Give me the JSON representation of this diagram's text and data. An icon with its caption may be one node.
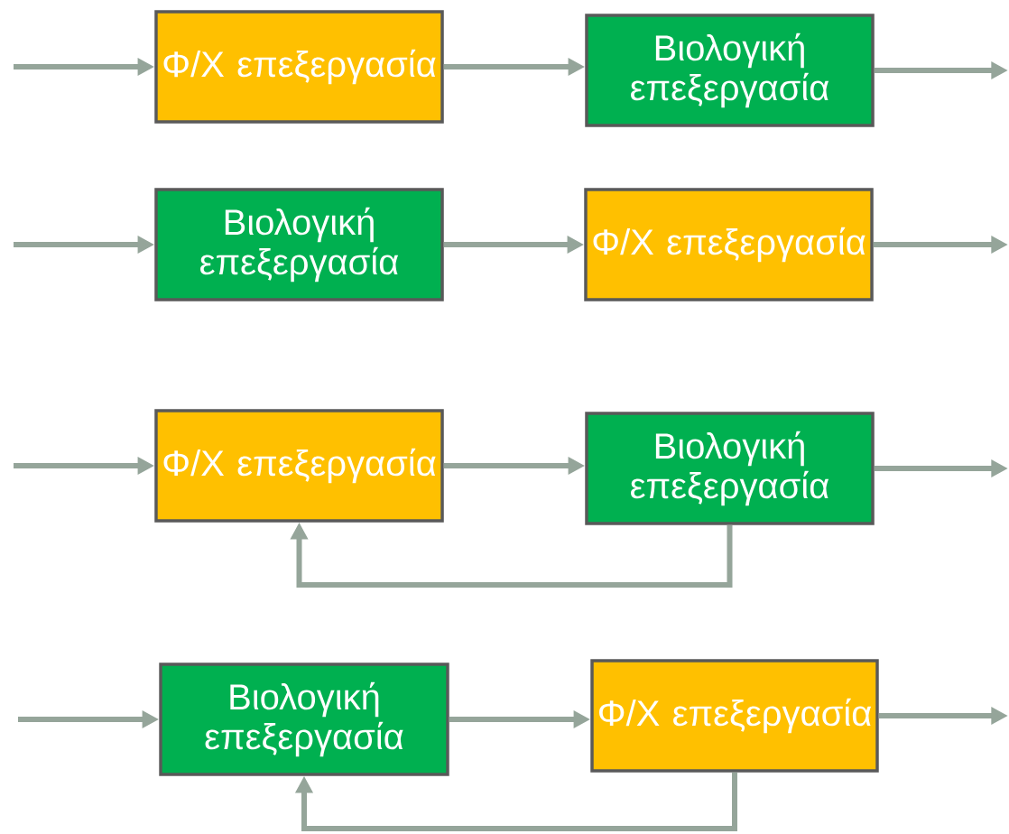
{
  "diagram": {
    "nodes": [
      {
        "text": [
          "Φ/Χ επεξεργασία"
        ]
      },
      {
        "text": [
          "Βιολογική επεξεργασία"
        ]
      },
      {
        "text": [
          "Βιολογική επεξεργασία"
        ]
      },
      {
        "text": [
          "Φ/Χ επεξεργασία"
        ]
      },
      {
        "text": [
          "Φ/Χ επεξεργασία"
        ]
      },
      {
        "text": [
          "Βιολογική επεξεργασία"
        ]
      },
      {
        "text": [
          "Βιολογική επεξεργασία"
        ]
      },
      {
        "text": [
          "Φ/Χ επεξεργασία"
        ]
      }
    ],
    "edges": [
      {
        "from": null,
        "to": 0,
        "arrow": "to"
      },
      {
        "from": 0,
        "to": 1,
        "arrow": "to"
      },
      {
        "from": 1,
        "to": null,
        "arrow": "to"
      },
      {
        "from": null,
        "to": 2,
        "arrow": "to"
      },
      {
        "from": 2,
        "to": 3,
        "arrow": "to"
      },
      {
        "from": 3,
        "to": null,
        "arrow": "to"
      },
      {
        "from": null,
        "to": 4,
        "arrow": "to"
      },
      {
        "from": 4,
        "to": 5,
        "arrow": "to"
      },
      {
        "from": 5,
        "to": null,
        "arrow": "to"
      },
      {
        "from": 5,
        "to": 4,
        "arrow": "to"
      },
      {
        "from": null,
        "to": 6,
        "arrow": "to"
      },
      {
        "from": 6,
        "to": 7,
        "arrow": "to"
      },
      {
        "from": 7,
        "to": null,
        "arrow": "to"
      },
      {
        "from": 7,
        "to": 6,
        "arrow": "to"
      }
    ]
  }
}
